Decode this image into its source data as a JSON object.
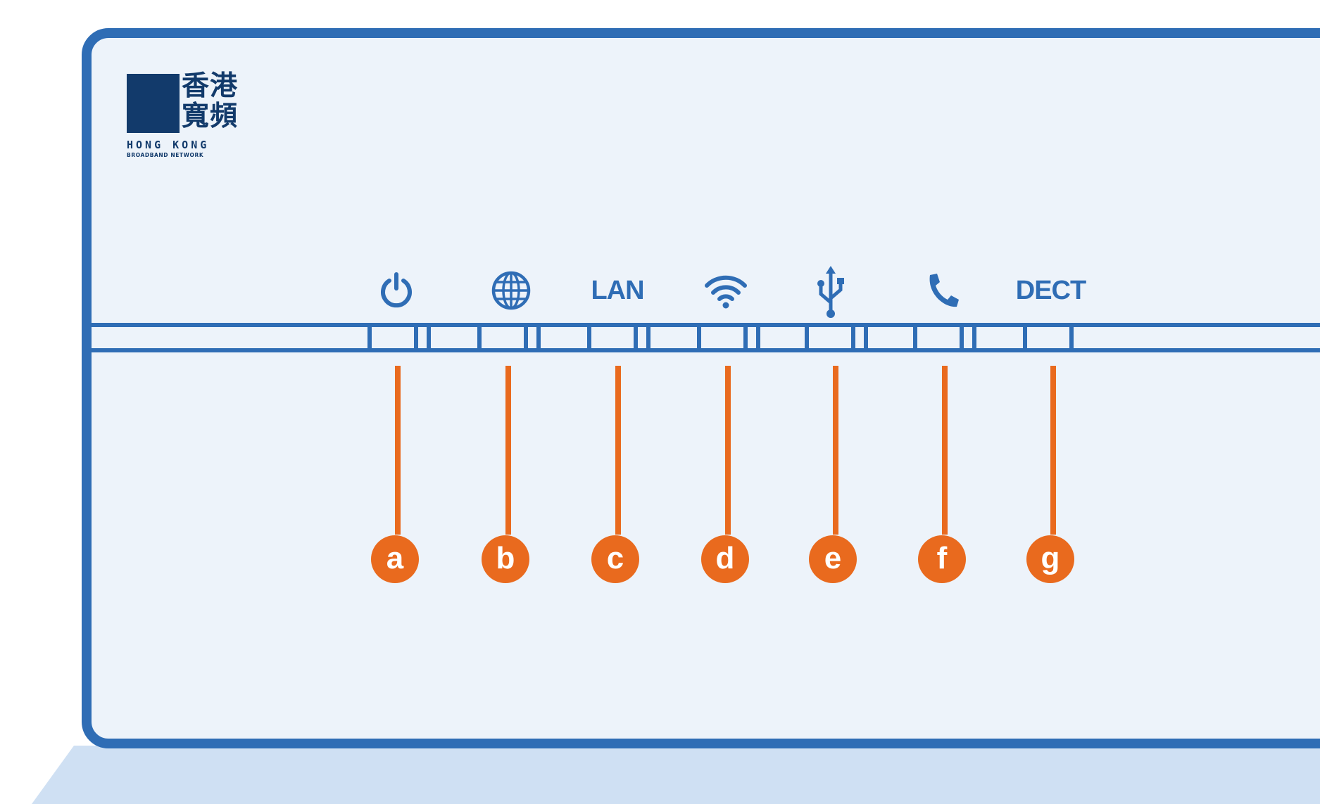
{
  "brand": {
    "name_cjk": "香港寬頻",
    "name_line1": "HONG KONG",
    "name_line2": "BROADBAND NETWORK"
  },
  "colors": {
    "outline_blue": "#2f6db5",
    "panel_fill": "#edf3fa",
    "callout_orange": "#e96a1e",
    "logo_navy": "#123a6b",
    "base_blue": "#cfe0f3"
  },
  "indicators": [
    {
      "icon": "power-icon",
      "text": "",
      "callout": "a"
    },
    {
      "icon": "globe-icon",
      "text": "",
      "callout": "b"
    },
    {
      "icon": "lan-label",
      "text": "LAN",
      "callout": "c"
    },
    {
      "icon": "wifi-icon",
      "text": "",
      "callout": "d"
    },
    {
      "icon": "usb-icon",
      "text": "",
      "callout": "e"
    },
    {
      "icon": "phone-icon",
      "text": "",
      "callout": "f"
    },
    {
      "icon": "dect-label",
      "text": "DECT",
      "callout": "g"
    }
  ]
}
